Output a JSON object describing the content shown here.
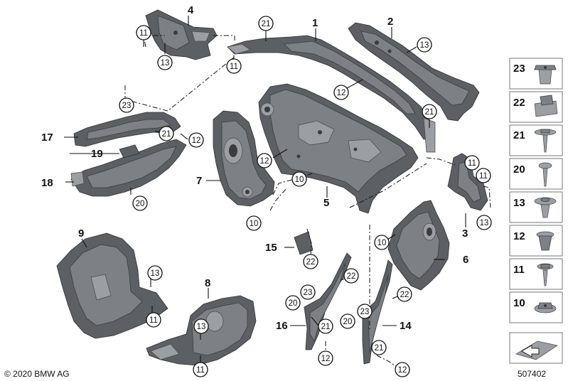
{
  "copyright": "© 2020 BMW AG",
  "diagram_id": "507402",
  "part_labels": [
    {
      "id": "p1",
      "text": "1"
    },
    {
      "id": "p2",
      "text": "2"
    },
    {
      "id": "p3",
      "text": "3"
    },
    {
      "id": "p4",
      "text": "4"
    },
    {
      "id": "p5",
      "text": "5"
    },
    {
      "id": "p6",
      "text": "6"
    },
    {
      "id": "p7",
      "text": "7"
    },
    {
      "id": "p8",
      "text": "8"
    },
    {
      "id": "p9",
      "text": "9"
    },
    {
      "id": "p14",
      "text": "14"
    },
    {
      "id": "p15",
      "text": "15"
    },
    {
      "id": "p16",
      "text": "16"
    },
    {
      "id": "p17",
      "text": "17"
    },
    {
      "id": "p18",
      "text": "18"
    },
    {
      "id": "p19",
      "text": "19"
    }
  ],
  "callouts": {
    "c_11a": "11",
    "c_13a": "13",
    "c_21a": "21",
    "c_11b": "11",
    "c_13b": "13",
    "c_12a": "12",
    "c_23a": "23",
    "c_21b": "21",
    "c_12b": "12",
    "c_20a": "20",
    "c_12c": "12",
    "c_21c": "21",
    "c_10a": "10",
    "c_10b": "10",
    "c_11c": "11",
    "c_11d": "11",
    "c_13c": "13",
    "c_10c": "10",
    "c_13d": "13",
    "c_11e": "11",
    "c_13e": "13",
    "c_11f": "11",
    "c_22a": "22",
    "c_22b": "22",
    "c_23b": "23",
    "c_20b": "20",
    "c_21d": "21",
    "c_12d": "12",
    "c_22c": "22",
    "c_23c": "23",
    "c_20c": "20",
    "c_21e": "21",
    "c_12e": "12"
  },
  "fastener_panel": [
    {
      "num": "23",
      "icon": "plug-rivet-icon"
    },
    {
      "num": "22",
      "icon": "clip-nut-icon"
    },
    {
      "num": "21",
      "icon": "flange-screw-icon"
    },
    {
      "num": "20",
      "icon": "torx-screw-icon"
    },
    {
      "num": "13",
      "icon": "expansion-rivet-icon"
    },
    {
      "num": "12",
      "icon": "plastic-nut-icon"
    },
    {
      "num": "11",
      "icon": "sheet-metal-screw-icon"
    },
    {
      "num": "10",
      "icon": "hex-nut-icon"
    },
    {
      "num": "",
      "icon": "gasket-strip-icon"
    }
  ]
}
